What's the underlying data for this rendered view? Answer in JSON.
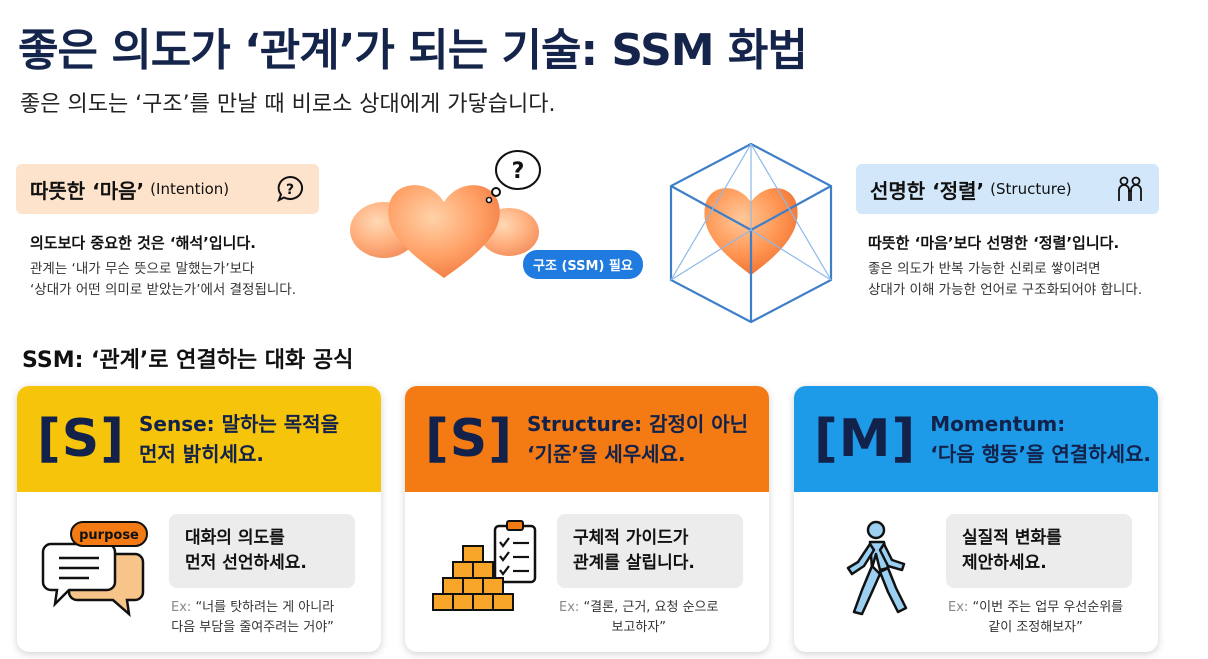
{
  "header": {
    "title": "좋은 의도가 ‘관계’가 되는 기술: SSM 화법",
    "subtitle": "좋은 의도는 ‘구조’를 만날 때 비로소 상대에게 가닿습니다."
  },
  "intention": {
    "label": "따뜻한 ‘마음’",
    "label_en": "(Intention)",
    "icon": "question-bubble-icon",
    "bold": "의도보다 중요한 것은 ‘해석’입니다.",
    "lines": [
      "관계는 ‘내가 무슨 뜻으로 말했는가’보다",
      "‘상대가 어떤 의미로 받았는가’에서 결정됩니다."
    ]
  },
  "center_tag": "구조 (SSM) 필요",
  "bubble_mark": "?",
  "structure": {
    "label": "선명한 ‘정렬’",
    "label_en": "(Structure)",
    "icon": "two-people-icon",
    "bold": "따뜻한 ‘마음’보다 선명한 ‘정렬’입니다.",
    "lines": [
      "좋은 의도가 반복 가능한 신뢰로 쌓이려면",
      "상대가 이해 가능한 언어로 구조화되어야 합니다."
    ]
  },
  "section_title": "SSM: ‘관계’로 연결하는 대화 공식",
  "cards": [
    {
      "letter": "[S]",
      "head": [
        "Sense: 말하는 목적을",
        "먼저 밝히세요."
      ],
      "icon": "speech-bubbles-icon",
      "icon_label": "purpose",
      "box": [
        "대화의 의도를",
        "먼저 선언하세요."
      ],
      "ex_prefix": "Ex:",
      "ex": [
        "“너를 탓하려는 게 아니라",
        "다음 부담을 줄여주려는 거야”"
      ],
      "color": "#f6c40a"
    },
    {
      "letter": "[S]",
      "head": [
        "Structure: 감정이 아닌",
        "‘기준’을 세우세요."
      ],
      "icon": "checklist-blocks-icon",
      "box": [
        "구체적 가이드가",
        "관계를 살립니다."
      ],
      "ex_prefix": "Ex:",
      "ex": [
        "“결론, 근거, 요청 순으로",
        "보고하자”"
      ],
      "color": "#f47a14"
    },
    {
      "letter": "[M]",
      "head": [
        "Momentum:",
        "‘다음 행동’을 연결하세요."
      ],
      "icon": "walking-person-icon",
      "box": [
        "실질적 변화를",
        "제안하세요."
      ],
      "ex_prefix": "Ex:",
      "ex": [
        "“이번 주는 업무 우선순위를",
        "같이 조정해보자”"
      ],
      "color": "#1d9be8"
    }
  ]
}
